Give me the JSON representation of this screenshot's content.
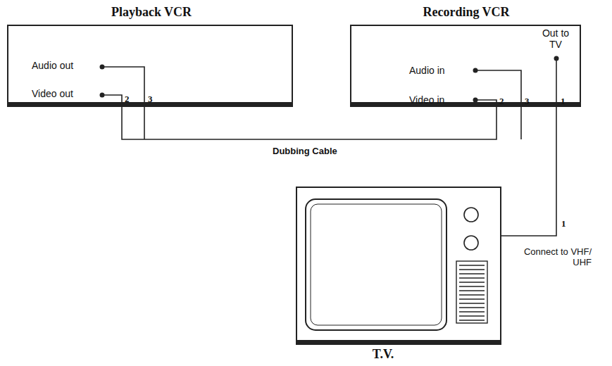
{
  "diagram": {
    "nodes": [
      {
        "text": [
          "Playback VCR",
          "Audio out",
          "Video out"
        ]
      },
      {
        "text": [
          "Recording VCR",
          "Audio in",
          "Video in",
          "Out to TV"
        ]
      },
      {
        "text": [
          "T.V."
        ]
      }
    ],
    "edges": [
      {
        "from": 0,
        "to": 1,
        "arrow": "none",
        "label": "Dubbing Cable"
      },
      {
        "from": 1,
        "to": 2,
        "arrow": "none"
      }
    ],
    "labels": [
      "2",
      "3",
      "2",
      "3",
      "1",
      "1",
      "Connect to VHF/ UHF"
    ]
  }
}
